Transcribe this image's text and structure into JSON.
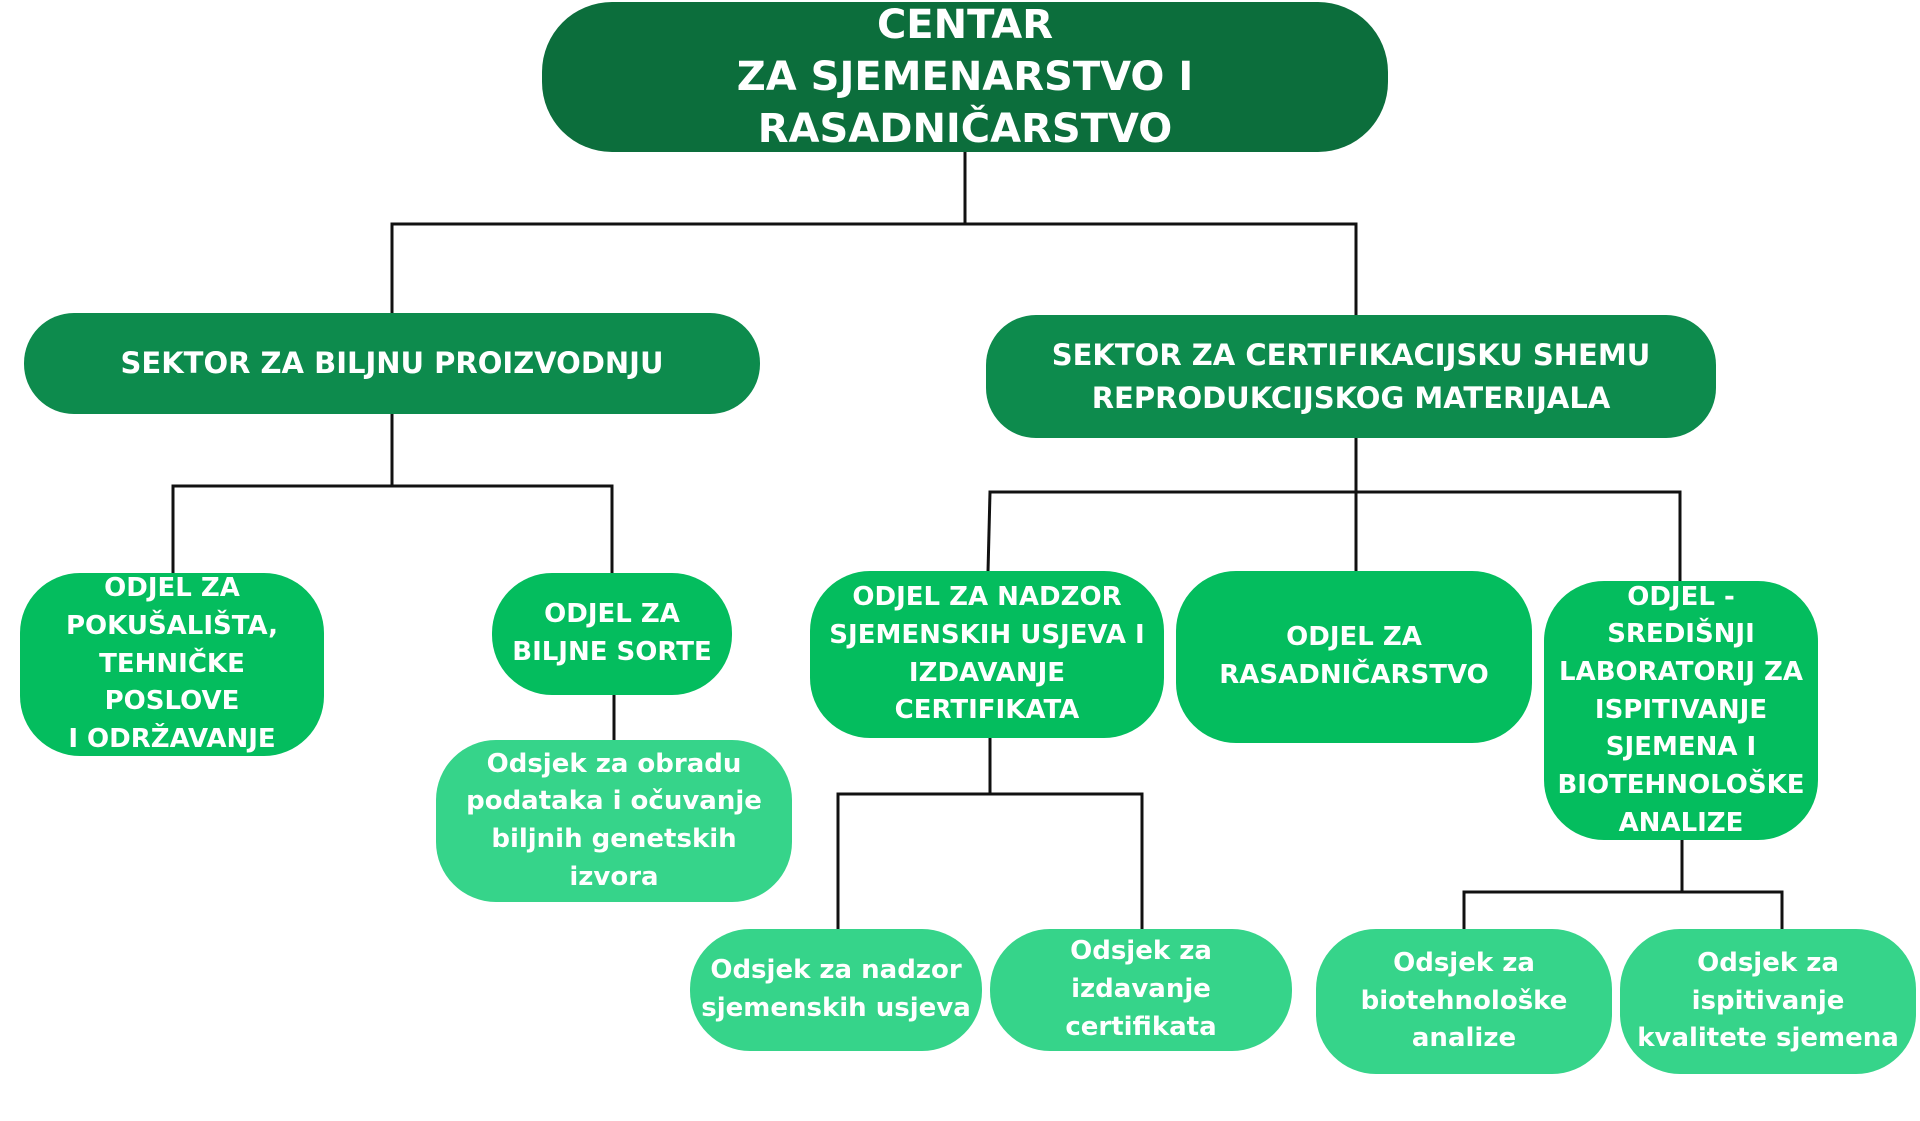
{
  "diagram": {
    "root": {
      "title": "CENTAR\nZA SJEMENARSTVO I RASADNIČARSTVO"
    },
    "sectors": [
      {
        "id": "s1",
        "label": "SEKTOR ZA BILJNU PROIZVODNJU"
      },
      {
        "id": "s2",
        "label": "SEKTOR ZA CERTIFIKACIJSKU SHEMU\nREPRODUKCIJSKOG MATERIJALA"
      }
    ],
    "departments": [
      {
        "id": "d1",
        "label": "ODJEL ZA\nPOKUŠALIŠTA,\nTEHNIČKE POSLOVE\nI ODRŽAVANJE"
      },
      {
        "id": "d2",
        "label": "ODJEL ZA\nBILJNE SORTE"
      },
      {
        "id": "d3",
        "label": "ODJEL ZA NADZOR\nSJEMENSKIH USJEVA I\nIZDAVANJE CERTIFIKATA"
      },
      {
        "id": "d4",
        "label": "ODJEL ZA\nRASADNIČARSTVO"
      },
      {
        "id": "d5",
        "label": "ODJEL - SREDIŠNJI\nLABORATORIJ ZA\nISPITIVANJE\nSJEMENA I\nBIOTEHNOLOŠKE\nANALIZE"
      }
    ],
    "sections": [
      {
        "id": "o1",
        "label": "Odsjek za obradu\npodataka i očuvanje\nbiljnih genetskih izvora"
      },
      {
        "id": "o2",
        "label": "Odsjek za nadzor\nsjemenskih usjeva"
      },
      {
        "id": "o3",
        "label": "Odsjek za izdavanje\ncertifikata"
      },
      {
        "id": "o4",
        "label": "Odsjek za\nbiotehnološke\nanalize"
      },
      {
        "id": "o5",
        "label": "Odsjek za\nispitivanje\nkvalitete sjemena"
      }
    ],
    "colors": {
      "root": "#0c6e3c",
      "sector": "#0d8b4d",
      "department": "#04bd5e",
      "section": "#36d48a",
      "connector": "#111111",
      "text": "#ffffff"
    }
  }
}
